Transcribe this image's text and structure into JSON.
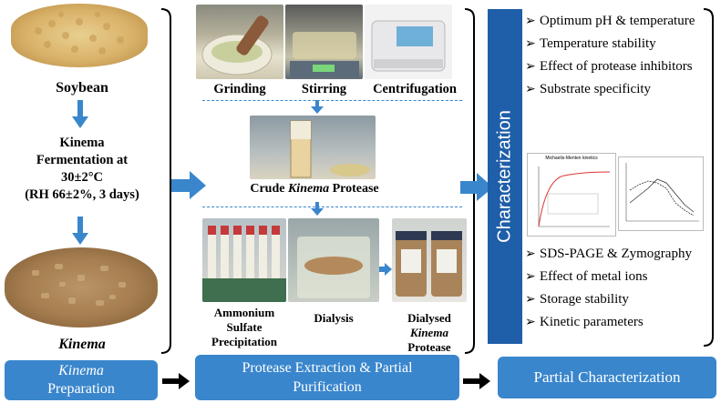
{
  "left": {
    "soybean_label": "Soybean",
    "fermentation_lines": [
      "Kinema",
      "Fermentation at",
      "30±2°C",
      "(RH 66±2%, 3 days)"
    ],
    "kinema_label": "Kinema"
  },
  "middle": {
    "top_labels": [
      "Grinding",
      "Stirring",
      "Centrifugation"
    ],
    "crude_prefix": "Crude ",
    "crude_italic": "Kinema",
    "crude_suffix": " Protease",
    "ammonium_lines": [
      "Ammonium",
      "Sulfate",
      "Precipitation"
    ],
    "dialysis_label": "Dialysis",
    "dialysed_lines": [
      "Dialysed"
    ],
    "dialysed_italic": "Kinema",
    "dialysed_suffix": "Protease"
  },
  "right": {
    "vertical_label": "Characterization",
    "items_top": [
      "Optimum pH & temperature",
      "Temperature  stability",
      "Effect  of protease inhibitors",
      "Substrate specificity"
    ],
    "items_bottom": [
      "SDS-PAGE & Zymography",
      "Effect of  metal  ions",
      "Storage stability",
      "Kinetic parameters"
    ],
    "mini_chart_title": "Michaelis-Menten kinetics"
  },
  "bottom": {
    "box1_italic": "Kinema",
    "box1_rest": "Preparation",
    "box2_line1": "Protease Extraction & Partial",
    "box2_line2": "Purification",
    "box3": "Partial Characterization"
  },
  "colors": {
    "accent": "#3a86cc",
    "dark_panel": "#1f5ea8"
  }
}
